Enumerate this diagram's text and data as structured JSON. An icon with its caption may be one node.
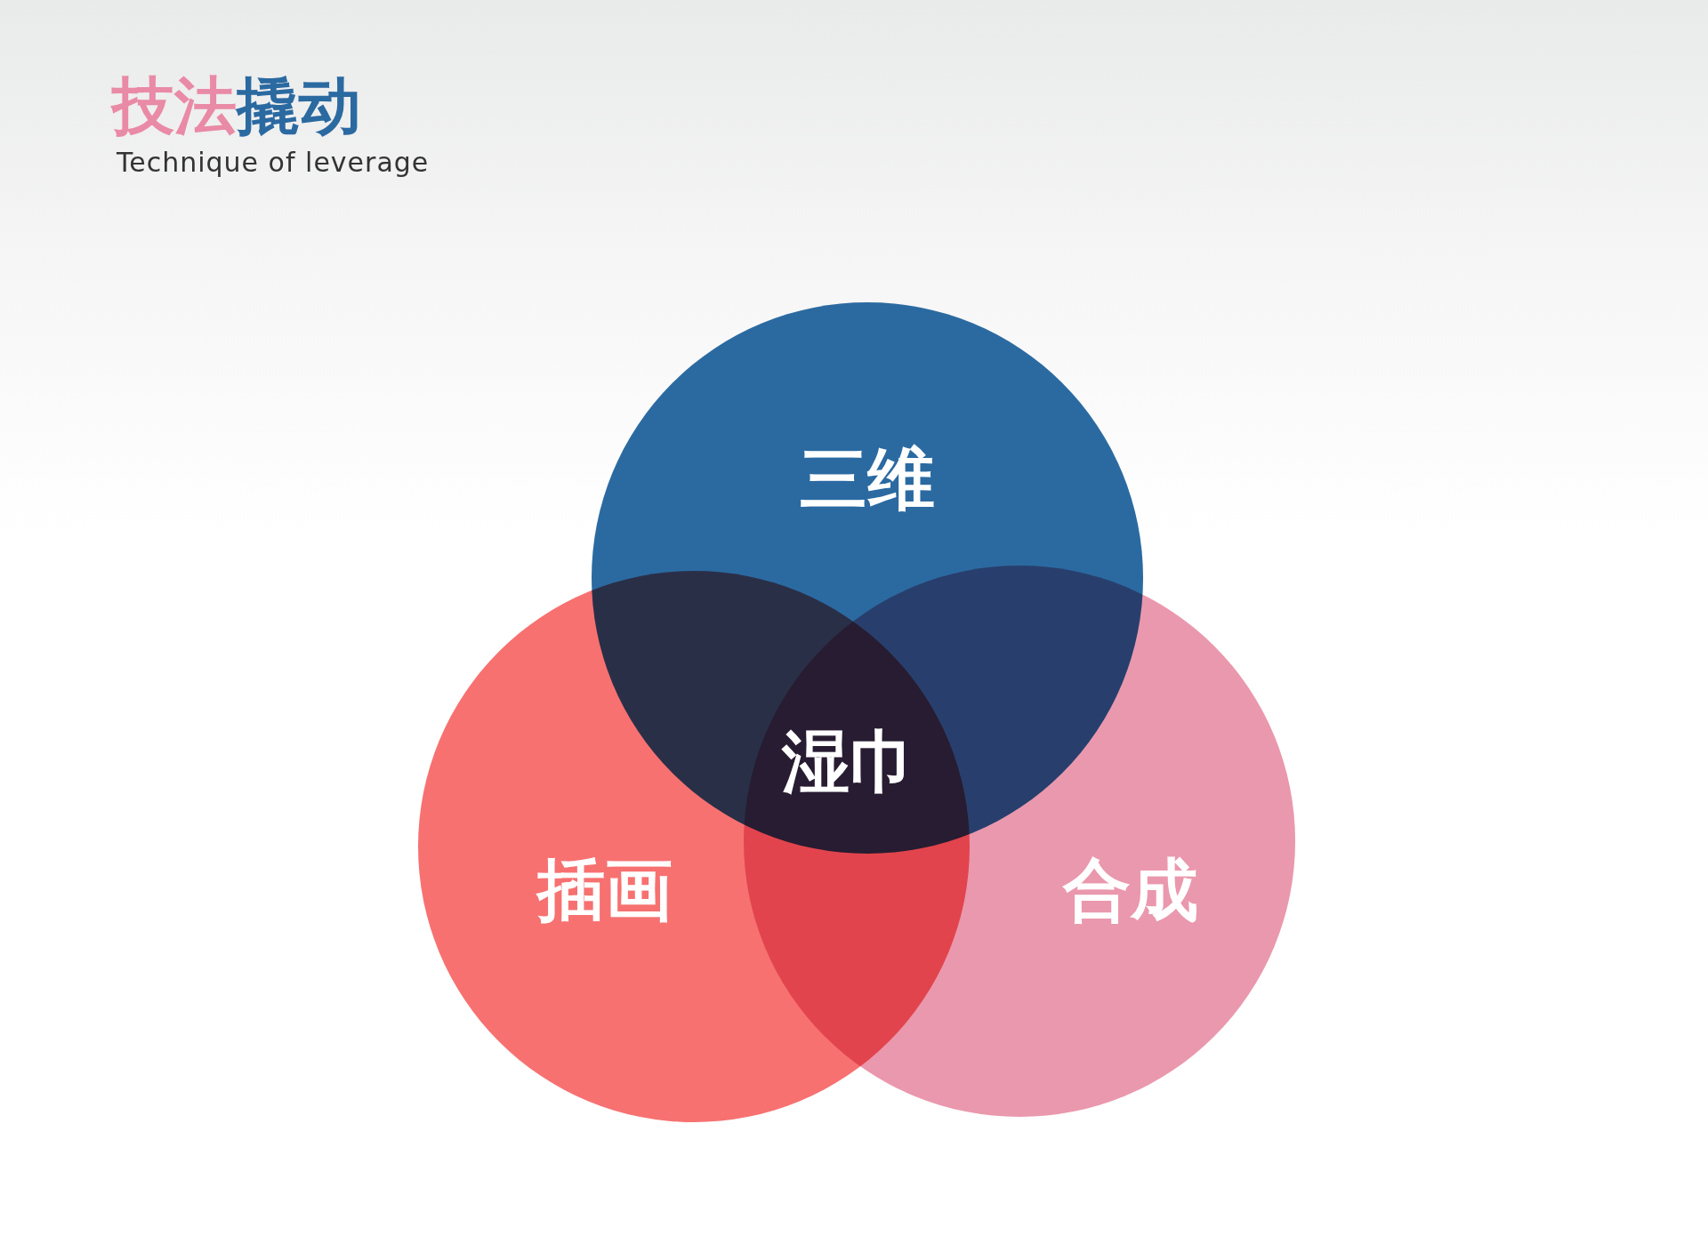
{
  "diagram": {
    "title": "技法撬动",
    "nodes": [
      {
        "text": [
          "三维"
        ]
      },
      {
        "text": [
          "插画"
        ]
      },
      {
        "text": [
          "合成"
        ]
      }
    ],
    "edges": [],
    "labels": [
      "Technique of leverage",
      "湿巾"
    ]
  }
}
